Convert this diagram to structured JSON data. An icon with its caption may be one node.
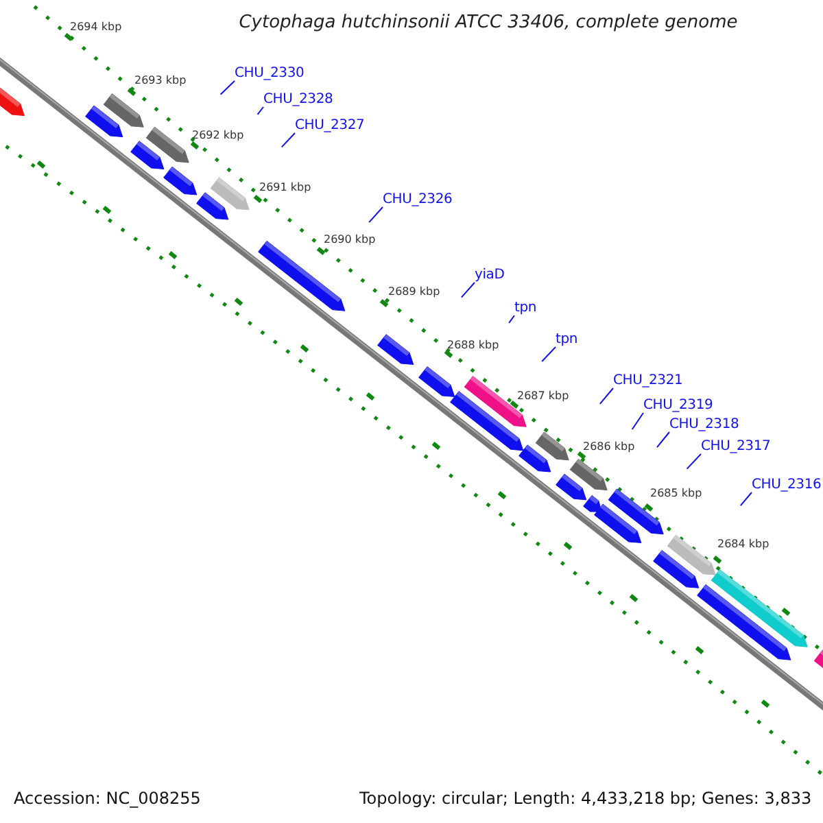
{
  "diagram": {
    "title": "Cytophaga hutchinsonii ATCC 33406, complete genome",
    "nodes": [
      {
        "text": [
          "CHU_2330"
        ]
      },
      {
        "text": [
          "CHU_2328"
        ]
      },
      {
        "text": [
          "CHU_2327"
        ]
      },
      {
        "text": [
          "CHU_2326"
        ]
      },
      {
        "text": [
          "yiaD"
        ]
      },
      {
        "text": [
          "tpn"
        ]
      },
      {
        "text": [
          "tpn"
        ]
      },
      {
        "text": [
          "CHU_2321"
        ]
      },
      {
        "text": [
          "CHU_2319"
        ]
      },
      {
        "text": [
          "CHU_2318"
        ]
      },
      {
        "text": [
          "CHU_2317"
        ]
      },
      {
        "text": [
          "CHU_2316"
        ]
      }
    ],
    "edges": [
      {
        "from": 0,
        "to": null,
        "arrow": "none"
      },
      {
        "from": 1,
        "to": null,
        "arrow": "none"
      },
      {
        "from": 2,
        "to": null,
        "arrow": "none"
      },
      {
        "from": 3,
        "to": null,
        "arrow": "none"
      },
      {
        "from": 4,
        "to": null,
        "arrow": "none"
      },
      {
        "from": 5,
        "to": null,
        "arrow": "none"
      },
      {
        "from": 6,
        "to": null,
        "arrow": "none"
      },
      {
        "from": 7,
        "to": null,
        "arrow": "none"
      },
      {
        "from": 8,
        "to": null,
        "arrow": "none"
      },
      {
        "from": 9,
        "to": null,
        "arrow": "none"
      },
      {
        "from": 10,
        "to": null,
        "arrow": "none"
      },
      {
        "from": 11,
        "to": null,
        "arrow": "none"
      }
    ],
    "labels": [
      "2694 kbp",
      "2693 kbp",
      "2692 kbp",
      "2691 kbp",
      "2690 kbp",
      "2689 kbp",
      "2688 kbp",
      "2687 kbp",
      "2686 kbp",
      "2685 kbp",
      "2684 kbp",
      "Accession: NC_008255",
      "Topology: circular; Length: 4,433,218 bp; Genes: 3,833"
    ]
  }
}
